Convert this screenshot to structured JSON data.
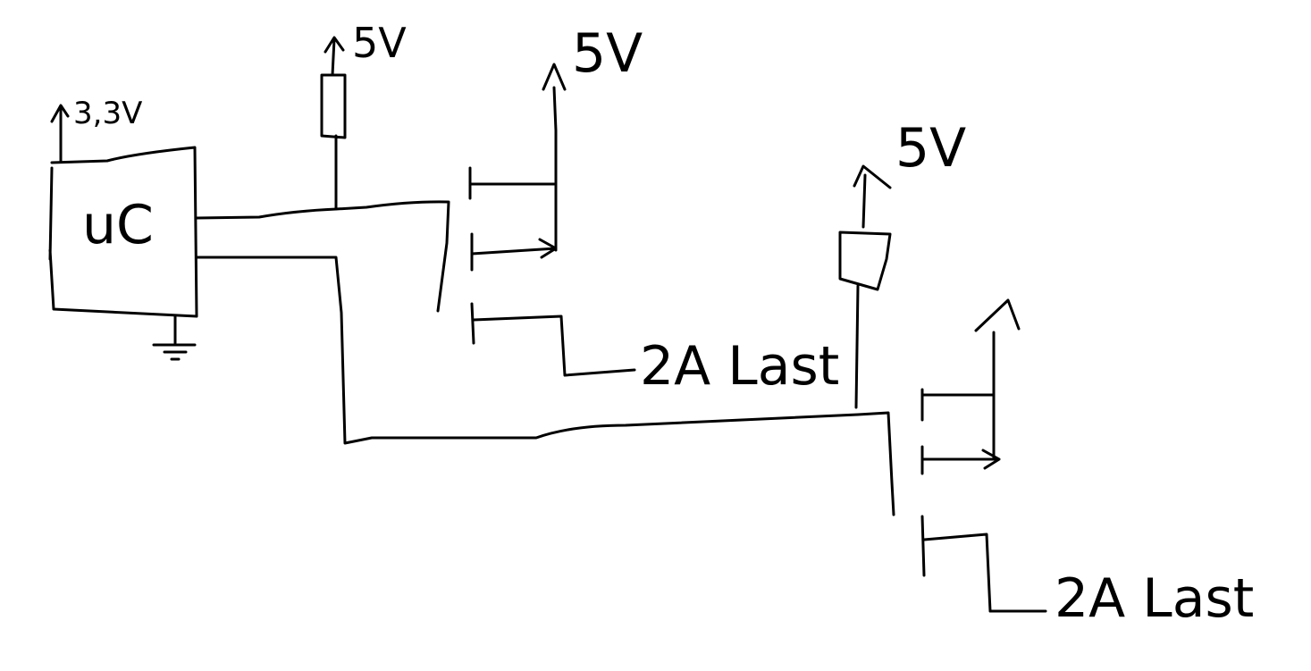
{
  "labels": {
    "mcu": "uC",
    "supply_mcu": "3,3V",
    "supply_pullup": "5V",
    "supply_mosfet1": "5V",
    "supply_mosfet2": "5V",
    "load1": "2A Last",
    "load2": "2A Last"
  },
  "colors": {
    "ink": "#000000",
    "paper": "#ffffff"
  }
}
